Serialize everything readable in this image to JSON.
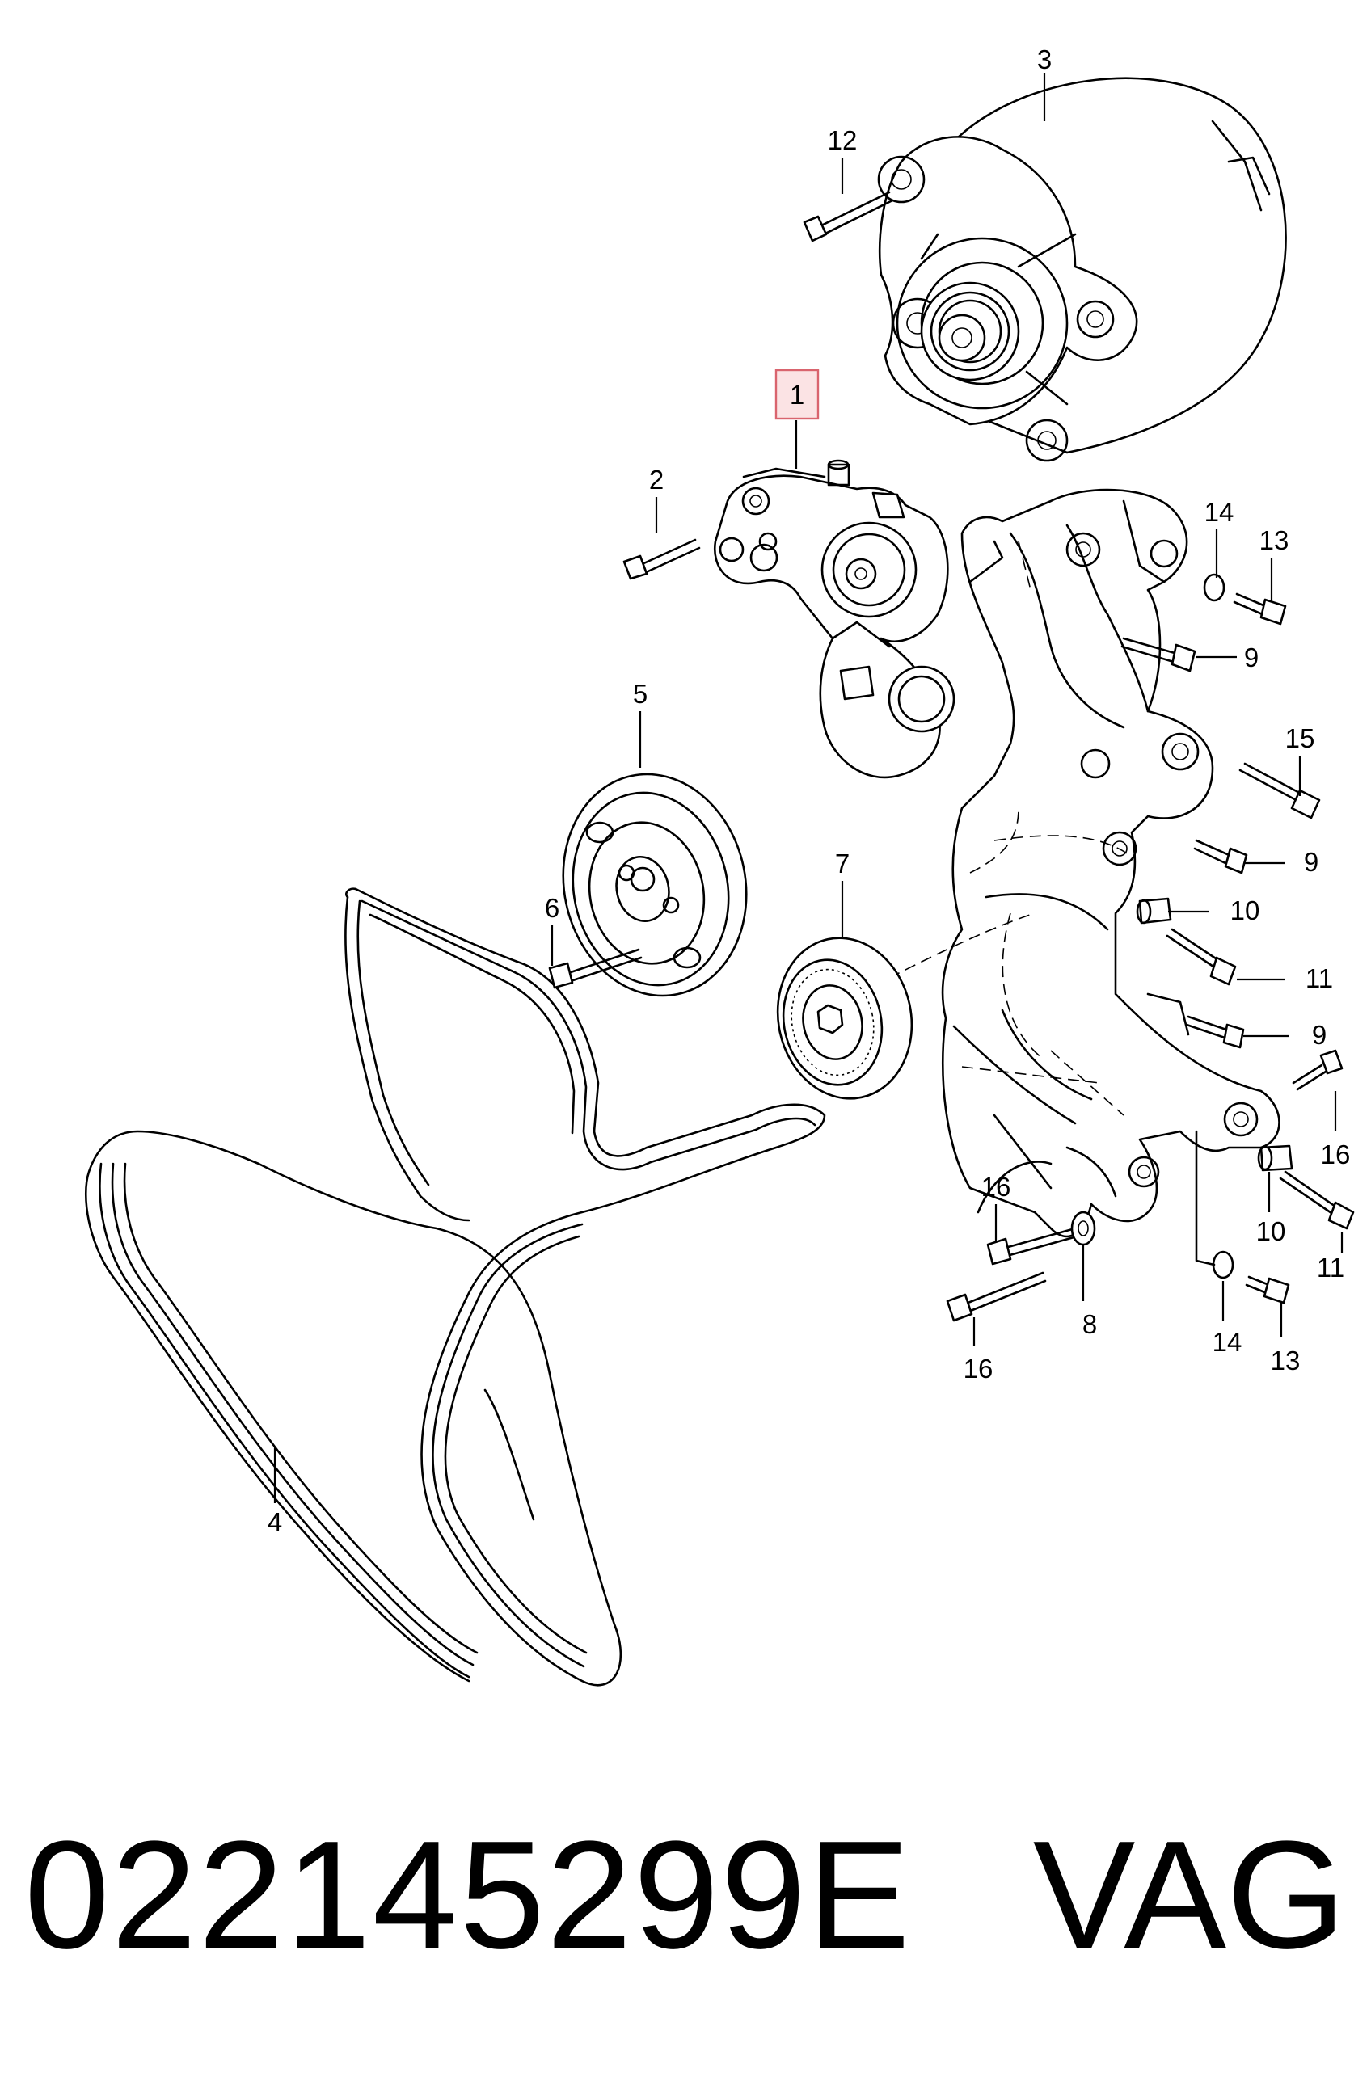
{
  "diagram": {
    "callouts": {
      "c1": "1",
      "c2": "2",
      "c3": "3",
      "c4": "4",
      "c5": "5",
      "c6": "6",
      "c7": "7",
      "c8": "8",
      "c9a": "9",
      "c9b": "9",
      "c9c": "9",
      "c10a": "10",
      "c10b": "10",
      "c11a": "11",
      "c11b": "11",
      "c12": "12",
      "c13a": "13",
      "c13b": "13",
      "c14a": "14",
      "c14b": "14",
      "c15": "15",
      "c16a": "16",
      "c16b": "16",
      "c16c": "16"
    },
    "highlight_color": "#d9646e"
  },
  "footer": {
    "part_number": "022145299E",
    "brand": "VAG"
  }
}
